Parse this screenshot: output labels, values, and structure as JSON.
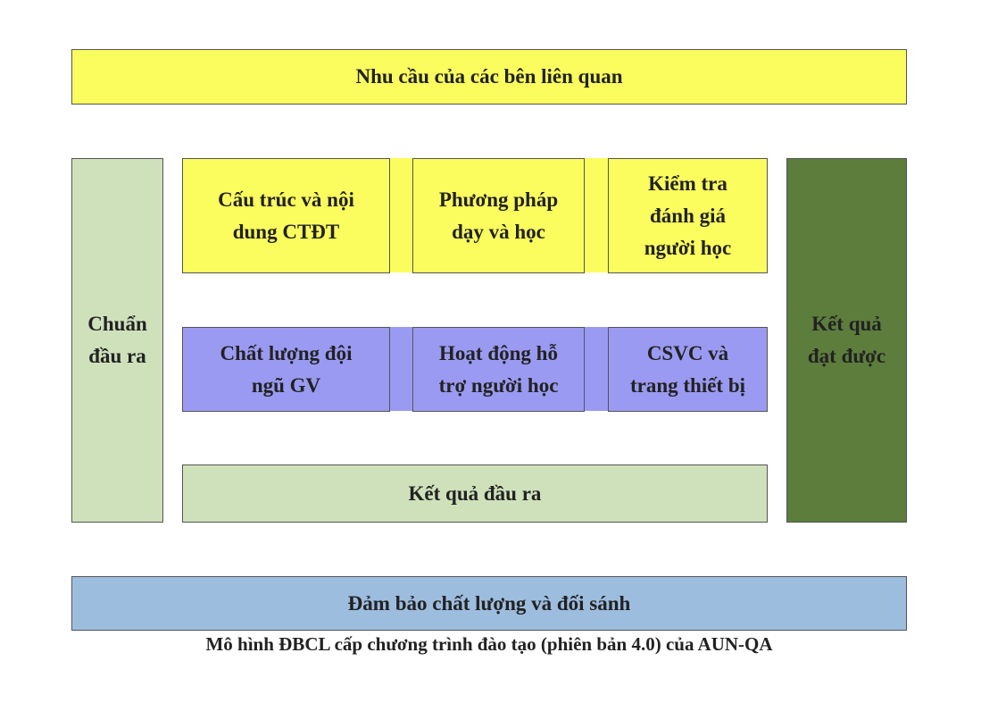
{
  "top": {
    "label": "Nhu cầu của các bên liên quan"
  },
  "left": {
    "label": "Chuẩn\nđầu ra"
  },
  "right": {
    "label": "Kết quả\nđạt được"
  },
  "row1": [
    {
      "label": "Cấu trúc và nội\ndung CTĐT"
    },
    {
      "label": "Phương pháp\ndạy và học"
    },
    {
      "label": "Kiểm tra\nđánh giá\nngười học"
    }
  ],
  "row2": [
    {
      "label": "Chất lượng đội\nngũ GV"
    },
    {
      "label": "Hoạt động hỗ\ntrợ người học"
    },
    {
      "label": "CSVC và\ntrang thiết bị"
    }
  ],
  "outcome": {
    "label": "Kết quả đầu ra"
  },
  "bottom": {
    "label": "Đảm bảo chất lượng và đối sánh"
  },
  "caption": "Mô hình ĐBCL cấp chương trình đào tạo (phiên bản 4.0) của AUN-QA",
  "colors": {
    "yellow": "#fbfd5e",
    "blue": "#9a9af2",
    "light_green": "#cfe1bb",
    "dark_green": "#5d7d3d",
    "steel_blue": "#9dbddf"
  }
}
